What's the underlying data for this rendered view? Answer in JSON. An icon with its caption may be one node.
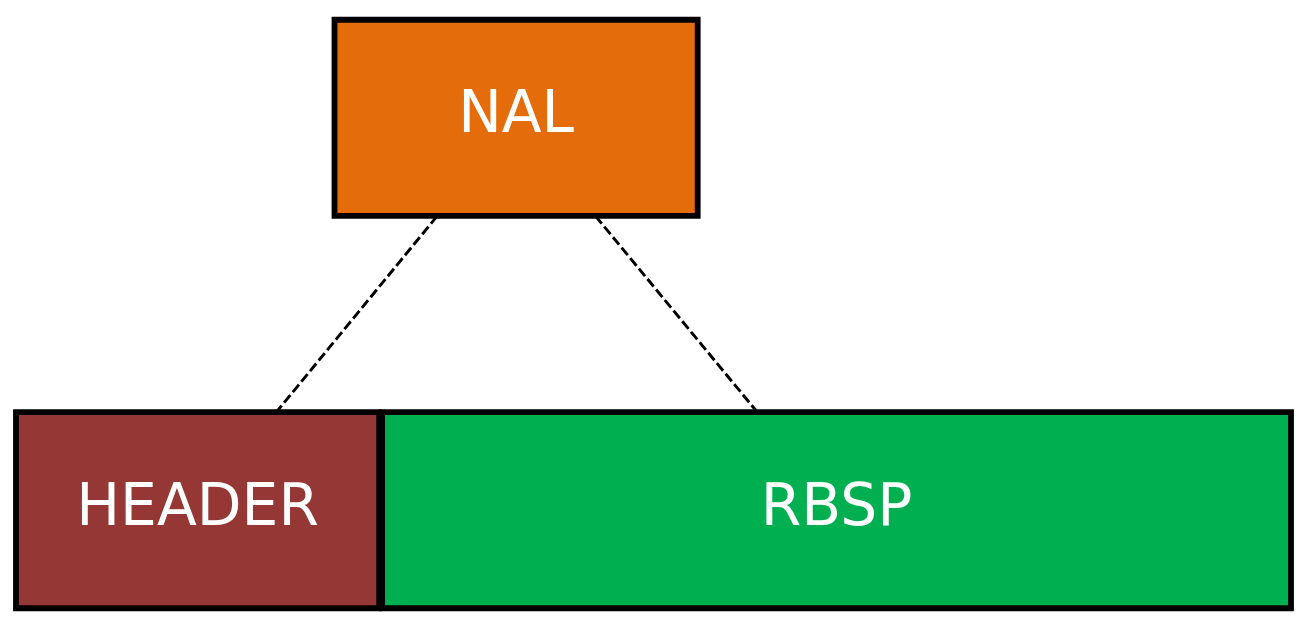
{
  "diagram": {
    "nodes": [
      {
        "text": [
          "NAL"
        ]
      },
      {
        "text": [
          "HEADER"
        ]
      },
      {
        "text": [
          "RBSP"
        ]
      }
    ],
    "edges": [
      {
        "from": 0,
        "to": 1,
        "arrow": "none",
        "style": "dashed"
      },
      {
        "from": 0,
        "to": 2,
        "arrow": "none",
        "style": "dashed"
      }
    ]
  }
}
